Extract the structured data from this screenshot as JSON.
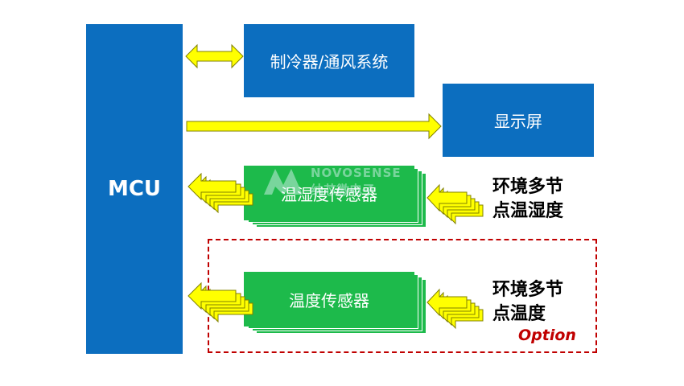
{
  "blocks": {
    "mcu": "MCU",
    "cooler": "制冷器/通风系统",
    "display": "显示屏",
    "humidity_sensor": "温湿度传感器",
    "temp_sensor": "温度传感器"
  },
  "env_labels": {
    "humidity": [
      "环境多节",
      "点温湿度"
    ],
    "temperature": [
      "环境多节",
      "点温度"
    ]
  },
  "option_label": "Option",
  "watermark": {
    "brand": "NOVOSENSE",
    "cn": "纳芯微电子"
  },
  "colors": {
    "block_blue": "#0C6EBF",
    "sensor_green": "#1DBA4B",
    "arrow_yellow": "#FFFF00",
    "option_red": "#C00000"
  }
}
